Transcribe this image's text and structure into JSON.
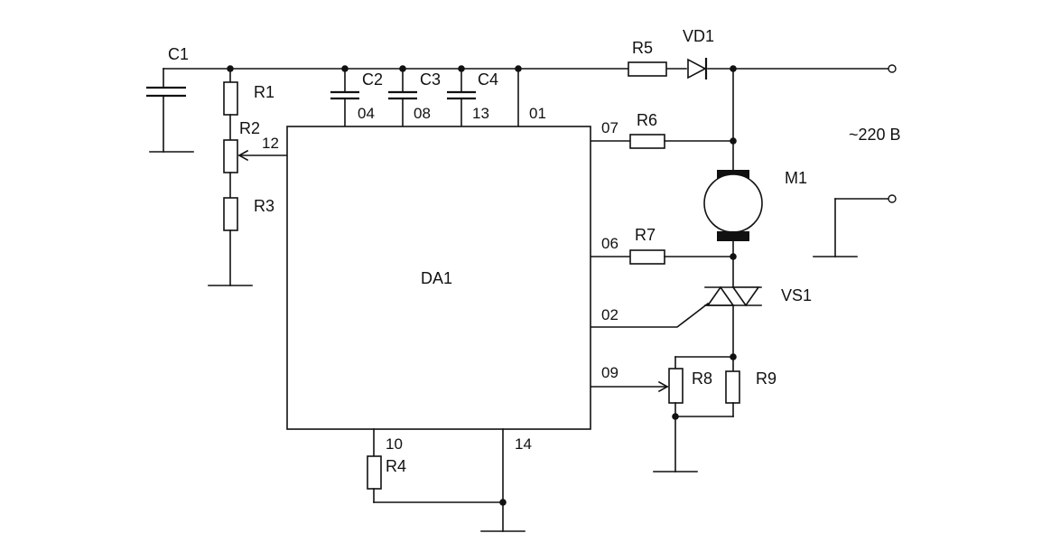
{
  "components": {
    "C1": "C1",
    "C2": "C2",
    "C3": "C3",
    "C4": "C4",
    "R1": "R1",
    "R2": "R2",
    "R3": "R3",
    "R4": "R4",
    "R5": "R5",
    "R6": "R6",
    "R7": "R7",
    "R8": "R8",
    "R9": "R9",
    "VD1": "VD1",
    "M1": "M1",
    "VS1": "VS1",
    "DA1": "DA1"
  },
  "pins": {
    "p01": "01",
    "p02": "02",
    "p04": "04",
    "p06": "06",
    "p07": "07",
    "p08": "08",
    "p09": "09",
    "p10": "10",
    "p12": "12",
    "p13": "13",
    "p14": "14"
  },
  "supply": {
    "label": "~220 В"
  }
}
